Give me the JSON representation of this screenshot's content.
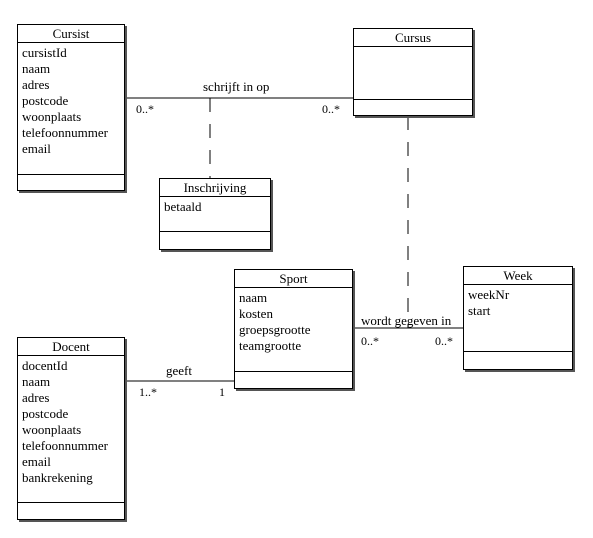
{
  "classes": {
    "cursist": {
      "name": "Cursist",
      "attributes": [
        "cursistId",
        "naam",
        "adres",
        "postcode",
        "woonplaats",
        "telefoonnummer",
        "email"
      ]
    },
    "cursus": {
      "name": "Cursus",
      "attributes": []
    },
    "inschrijving": {
      "name": "Inschrijving",
      "attributes": [
        "betaald"
      ]
    },
    "sport": {
      "name": "Sport",
      "attributes": [
        "naam",
        "kosten",
        "groepsgrootte",
        "teamgrootte"
      ]
    },
    "week": {
      "name": "Week",
      "attributes": [
        "weekNr",
        "start"
      ]
    },
    "docent": {
      "name": "Docent",
      "attributes": [
        "docentId",
        "naam",
        "adres",
        "postcode",
        "woonplaats",
        "telefoonnummer",
        "email",
        "bankrekening"
      ]
    }
  },
  "associations": {
    "schrijft_in_op": {
      "label": "schrijft in op",
      "mult_left": "0..*",
      "mult_right": "0..*"
    },
    "wordt_gegeven_in": {
      "label": "wordt gegeven in",
      "mult_left": "0..*",
      "mult_right": "0..*"
    },
    "geeft": {
      "label": "geeft",
      "mult_left": "1..*",
      "mult_right": "1"
    }
  }
}
